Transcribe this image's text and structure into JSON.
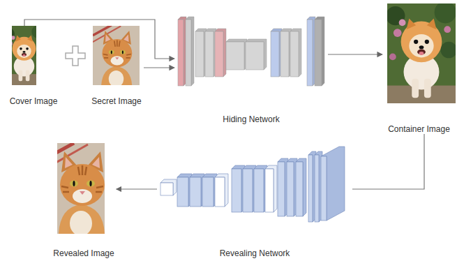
{
  "diagram": {
    "nodes": [
      {
        "text": [
          "Cover Image"
        ]
      },
      {
        "text": [
          "Secret Image"
        ]
      },
      {
        "text": [
          "Hiding Network"
        ]
      },
      {
        "text": [
          "Container Image"
        ]
      },
      {
        "text": [
          "Revealed Image"
        ]
      },
      {
        "text": [
          "Revealing Network"
        ]
      }
    ],
    "edges": [
      {
        "from": 0,
        "to": 2,
        "arrow": "to"
      },
      {
        "from": 1,
        "to": 2,
        "arrow": "to"
      },
      {
        "from": 2,
        "to": 3,
        "arrow": "to"
      },
      {
        "from": 3,
        "to": 5,
        "arrow": "none"
      },
      {
        "from": 5,
        "to": 4,
        "arrow": "to"
      }
    ]
  }
}
